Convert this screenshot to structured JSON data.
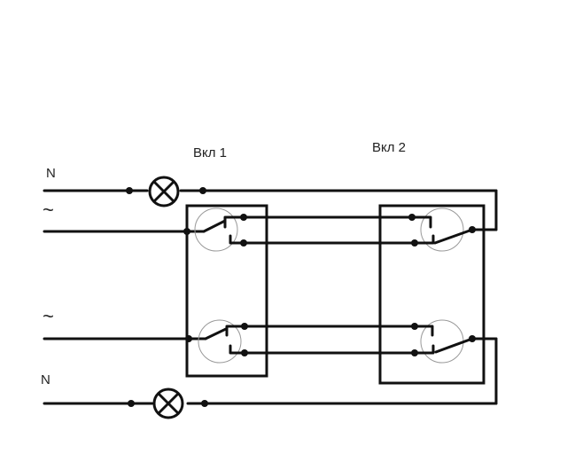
{
  "labels": {
    "switch_1": "Вкл  1",
    "switch_2": "Вкл 2",
    "neutral_top": "N",
    "neutral_bottom": "N",
    "phase_top": "~",
    "phase_bottom": "~"
  },
  "colors": {
    "wire": "#111111",
    "background": "#ffffff",
    "switch_face": "#999999"
  }
}
